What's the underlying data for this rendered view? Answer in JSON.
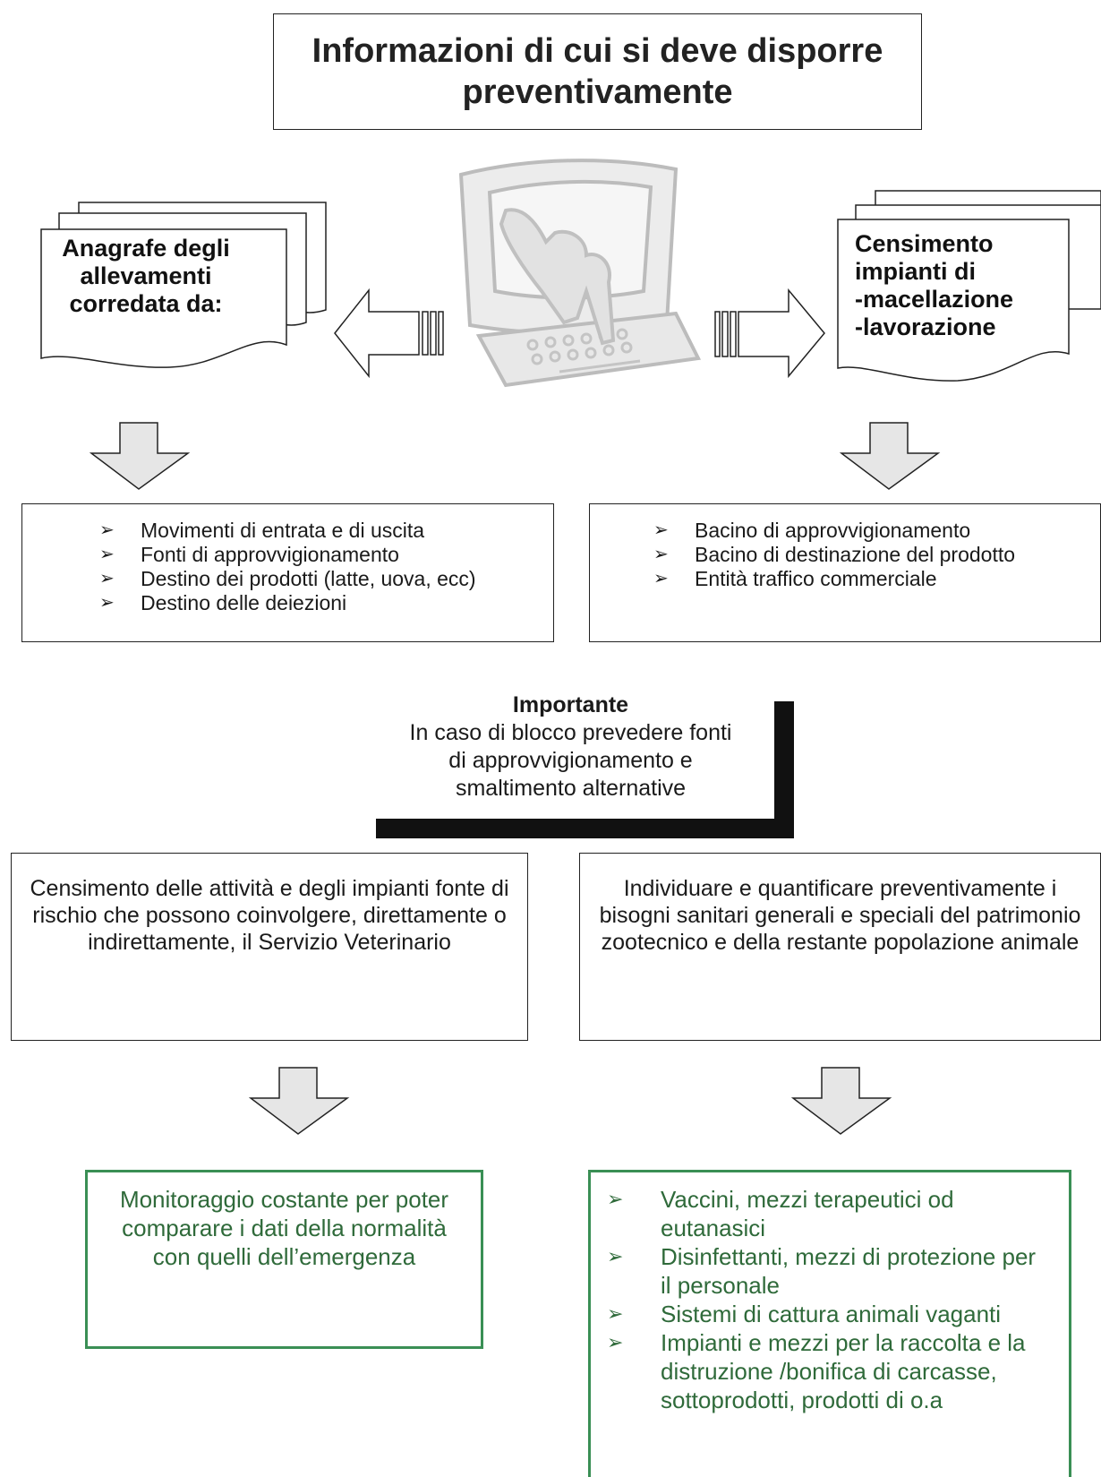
{
  "title": "Informazioni di cui si deve disporre preventivamente",
  "left_doc": {
    "title": "Anagrafe degli\nallevamenti\ncorredata da:"
  },
  "right_doc": {
    "title": "Censimento\nimpianti di\n-macellazione\n-lavorazione"
  },
  "center_icon": "computer-hand-typing-icon",
  "left_list": [
    "Movimenti di entrata e di uscita",
    "Fonti di approvvigionamento",
    "Destino dei prodotti (latte, uova, ecc)",
    "Destino delle deiezioni"
  ],
  "right_list": [
    "Bacino di approvvigionamento",
    "Bacino di destinazione del prodotto",
    "Entità traffico commerciale"
  ],
  "important": {
    "heading": "Importante",
    "text_lines": [
      "In caso di blocco prevedere fonti",
      "di approvvigionamento e",
      "smaltimento alternative"
    ]
  },
  "left_mid_text": "Censimento delle attività e degli impianti fonte di rischio che possono coinvolgere, direttamente o indirettamente, il Servizio Veterinario",
  "right_mid_text": "Individuare e quantificare preventivamente i bisogni sanitari generali e speciali del patrimonio zootecnico e della restante   popolazione animale",
  "bottom_left_text": "Monitoraggio costante per poter comparare i dati della normalità con quelli dell’emergenza",
  "bottom_right_list": [
    "Vaccini, mezzi terapeutici od eutanasici",
    "Disinfettanti, mezzi di protezione per il personale",
    "Sistemi di cattura animali vaganti",
    "Impianti e mezzi per la raccolta e la distruzione /bonifica di carcasse, sottoprodotti, prodotti di o.a"
  ],
  "bullet_marker": "➢",
  "colors": {
    "border": "#222222",
    "green": "#3a8f55",
    "green_text": "#2f6a3a",
    "arrow_fill": "#e6e6e6"
  }
}
